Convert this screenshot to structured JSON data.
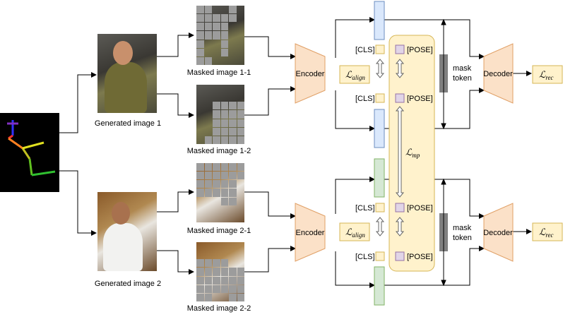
{
  "generated": [
    {
      "label": "Generated image 1"
    },
    {
      "label": "Generated image 2"
    }
  ],
  "masked": [
    {
      "label": "Masked image 1-1"
    },
    {
      "label": "Masked image 1-2"
    },
    {
      "label": "Masked image 2-1"
    },
    {
      "label": "Masked image 2-2"
    }
  ],
  "encoder_label": "Encoder",
  "decoder_label": "Decoder",
  "mask_token_line1": "mask",
  "mask_token_line2": "token",
  "cls_label": "[CLS]",
  "pose_label": "[POSE]",
  "loss_align": {
    "base": "ℒ",
    "sub": "align"
  },
  "loss_rec": {
    "base": "ℒ",
    "sub": "rec"
  },
  "loss_mp": {
    "base": "ℒ",
    "sub": "mp"
  },
  "colors": {
    "encoder": "#fbe1c8",
    "encoder_stroke": "#e0a066",
    "blue_token": "#dae8fc",
    "blue_stroke": "#6c8ebf",
    "green_token": "#d5e8d4",
    "green_stroke": "#82b366",
    "yellow": "#fff2cc",
    "yellow_stroke": "#d6b656",
    "purple": "#e1d5e7",
    "purple_stroke": "#9673a6",
    "mask_bar": "#808080"
  }
}
